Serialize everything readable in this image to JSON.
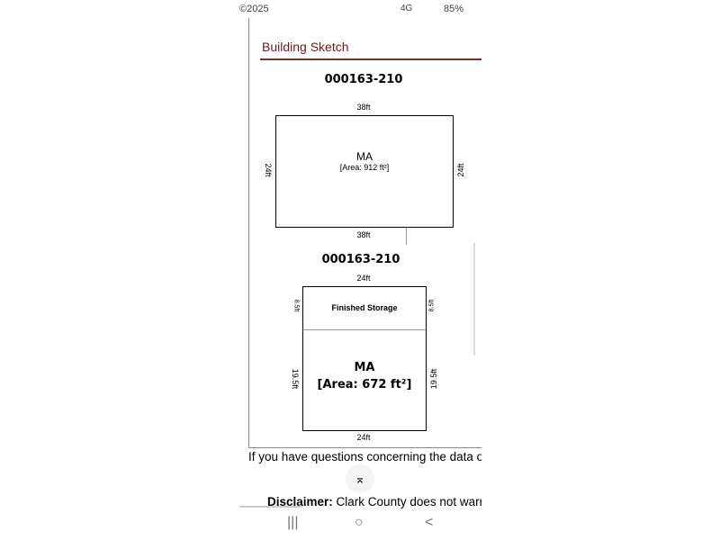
{
  "status_bar": {
    "time": "©2025",
    "battery": "85%",
    "network": "4G"
  },
  "section": {
    "title": "Building Sketch"
  },
  "sketches": [
    {
      "id": "000163-210",
      "top": "38ft",
      "bottom": "38ft",
      "left": "24ft",
      "right": "24ft",
      "label": "MA",
      "area": "[Area: 912 ft²]"
    },
    {
      "id": "000163-210",
      "top": "24ft",
      "bottom": "24ft",
      "upper_left": "8.5ft",
      "upper_right": "8.5ft",
      "upper_label": "Finished Storage",
      "lower_left": "19.5ft",
      "lower_right": "19.5ft",
      "label": "MA",
      "area": "[Area: 672 ft²]"
    }
  ],
  "footer": {
    "questions": "If you have questions concerning the data on this page",
    "disclaimer_label": "Disclaimer:",
    "disclaimer_text": " Clark County does not warrant"
  },
  "nav": {
    "recents": "|||",
    "home": "○",
    "back": "<"
  }
}
